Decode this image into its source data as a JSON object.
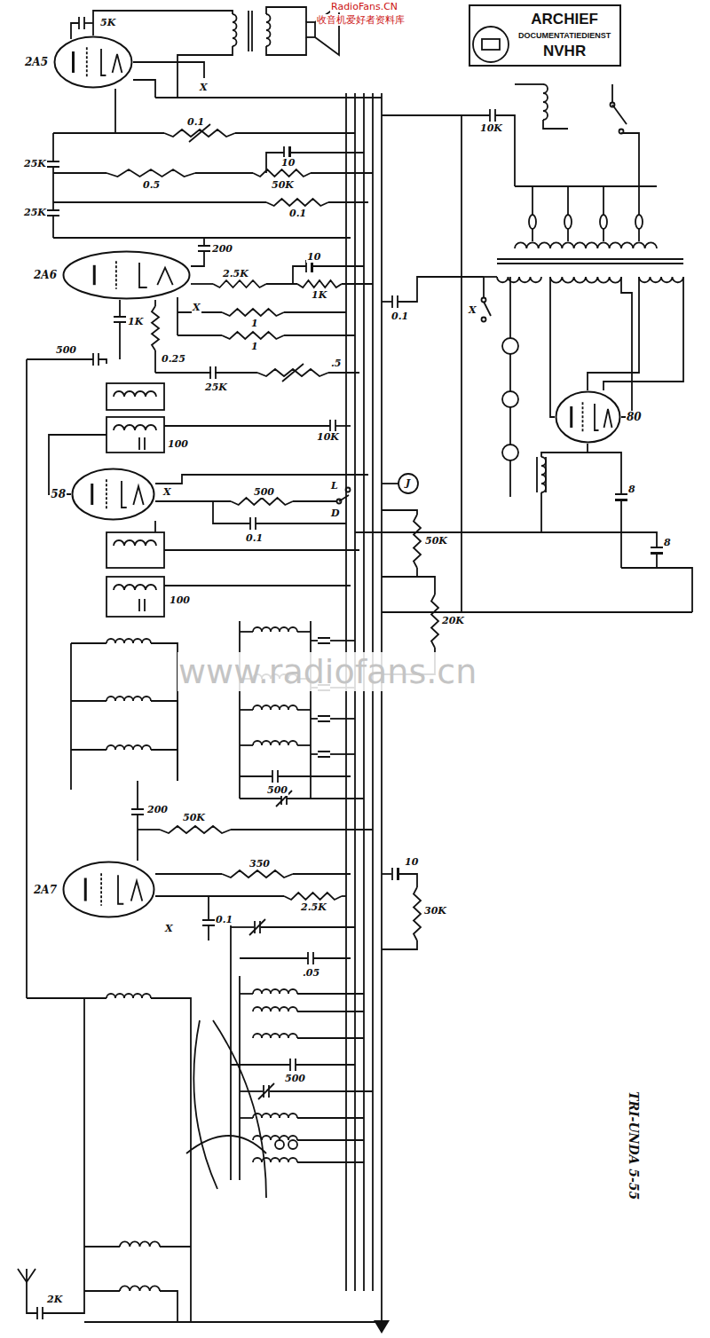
{
  "diagram": {
    "caption": "TRI-UNDA 5-55",
    "nodes": [
      {
        "text": [
          "ARCHIEF",
          "DOCUMENTATIEDIENST",
          "NVHR"
        ]
      },
      {
        "text": [
          "2A5"
        ]
      },
      {
        "text": [
          "2A6"
        ]
      },
      {
        "text": [
          "58"
        ]
      },
      {
        "text": [
          "2A7"
        ]
      },
      {
        "text": [
          "80"
        ]
      }
    ],
    "labels": [
      "RadioFans.CN",
      "收音机爱好者资料库",
      "www.radiofans.cn",
      "5K",
      "X",
      "25K",
      "0.1",
      "10",
      "0.5",
      "50K",
      "25K",
      "0.1",
      "200",
      "10",
      "2.5K",
      "1K",
      "X",
      "1",
      "1",
      "1K",
      "0.25",
      "500",
      ".5",
      "25K",
      "100",
      "10K",
      "J",
      "X",
      "500",
      "L",
      "D",
      "0.1",
      "50K",
      "100",
      "20K",
      "500",
      "200",
      "50K",
      "X",
      "350",
      "2.5K",
      "0.1",
      "10",
      "30K",
      ".05",
      "500",
      "2K",
      "10K",
      "X",
      "0.1",
      "8",
      "8"
    ]
  }
}
